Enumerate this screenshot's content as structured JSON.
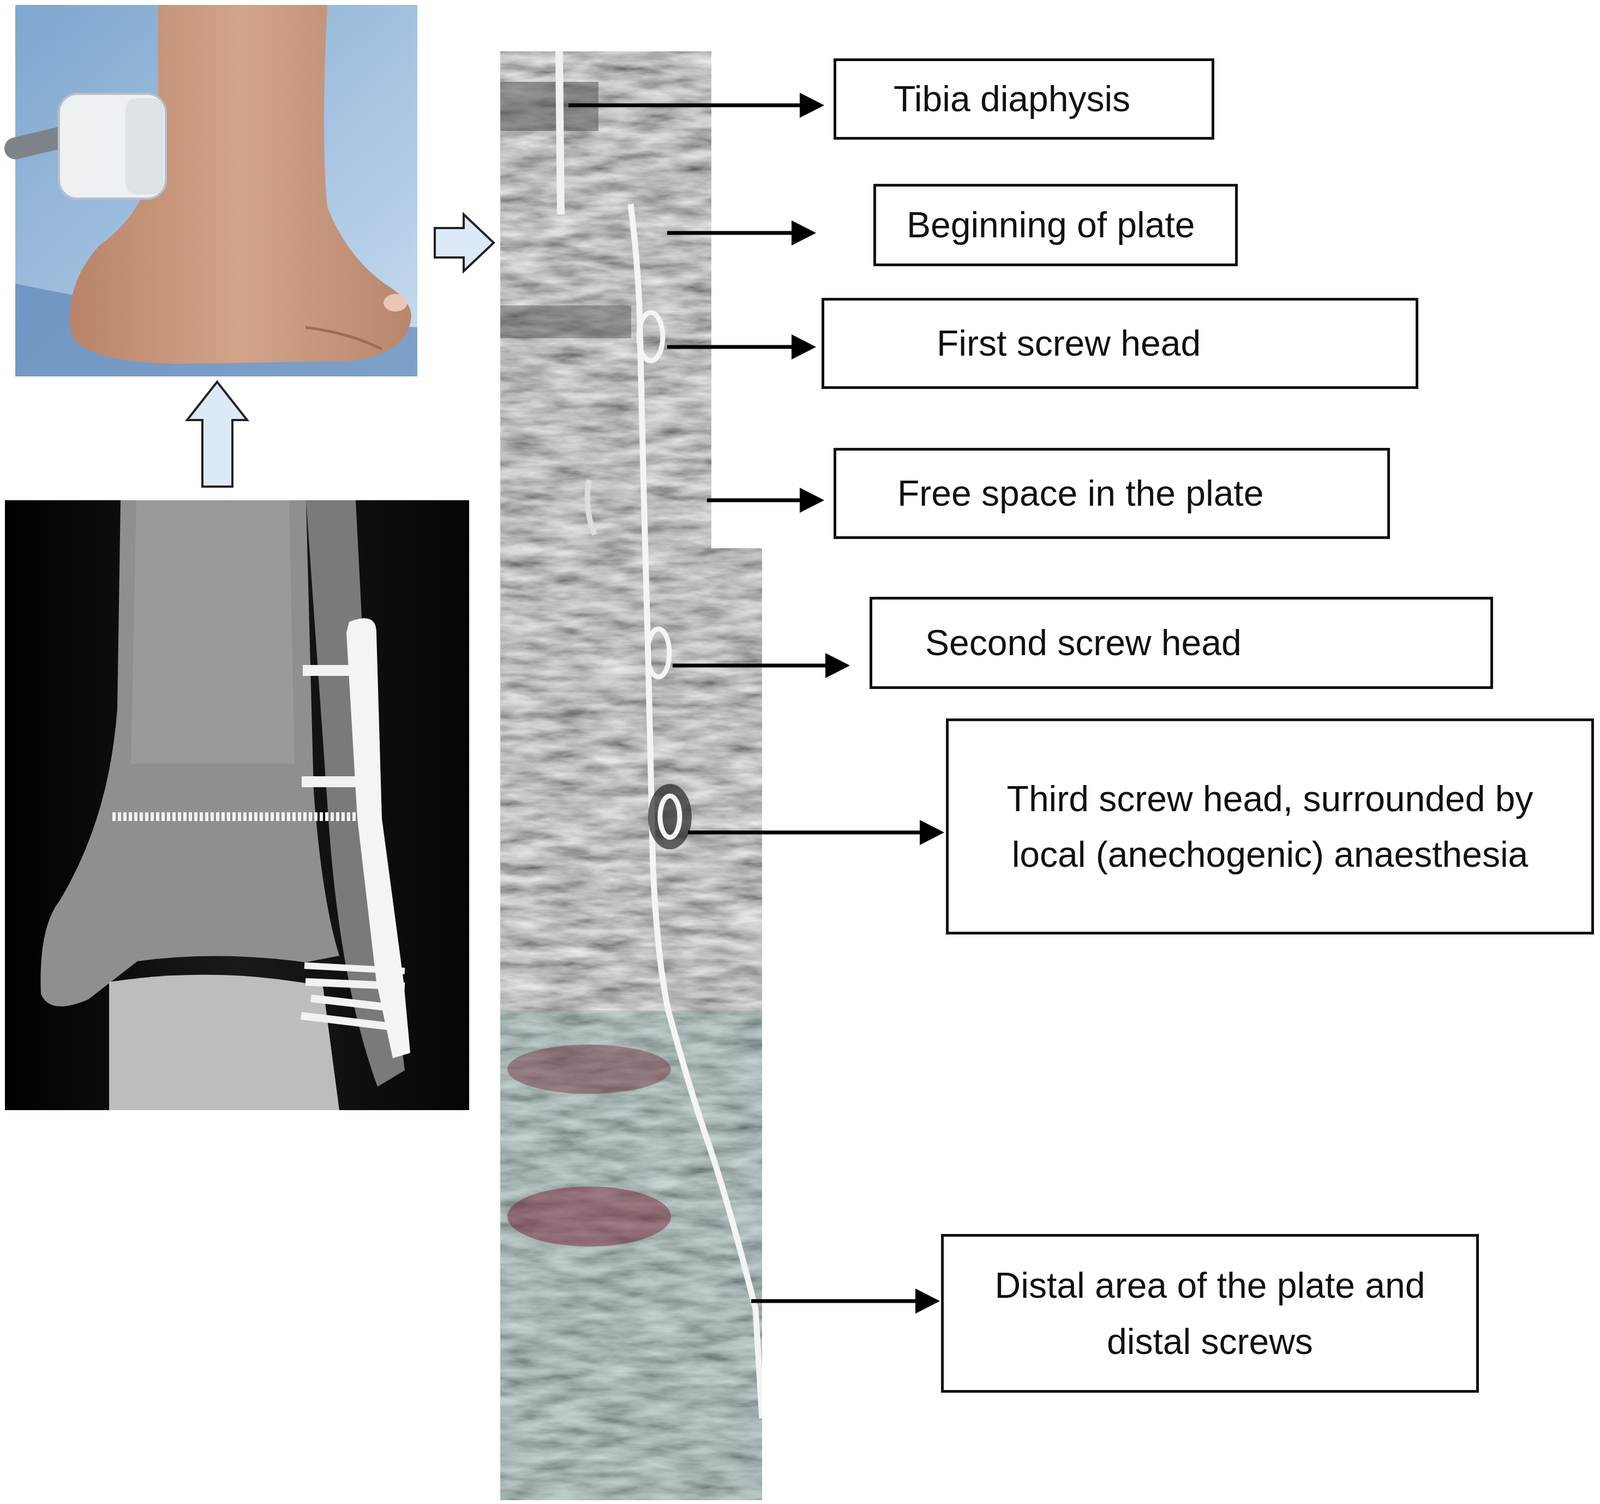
{
  "diagram": {
    "nodes": [
      {
        "text": [
          "Tibia diaphysis"
        ]
      },
      {
        "text": [
          "Beginning of plate"
        ]
      },
      {
        "text": [
          "First screw head"
        ]
      },
      {
        "text": [
          "Free space in the plate"
        ]
      },
      {
        "text": [
          "Second screw head"
        ]
      },
      {
        "text": [
          "Third screw head, surrounded by local (anechogenic) anaesthesia"
        ]
      },
      {
        "text": [
          "Distal area of the plate and distal screws"
        ]
      }
    ]
  }
}
